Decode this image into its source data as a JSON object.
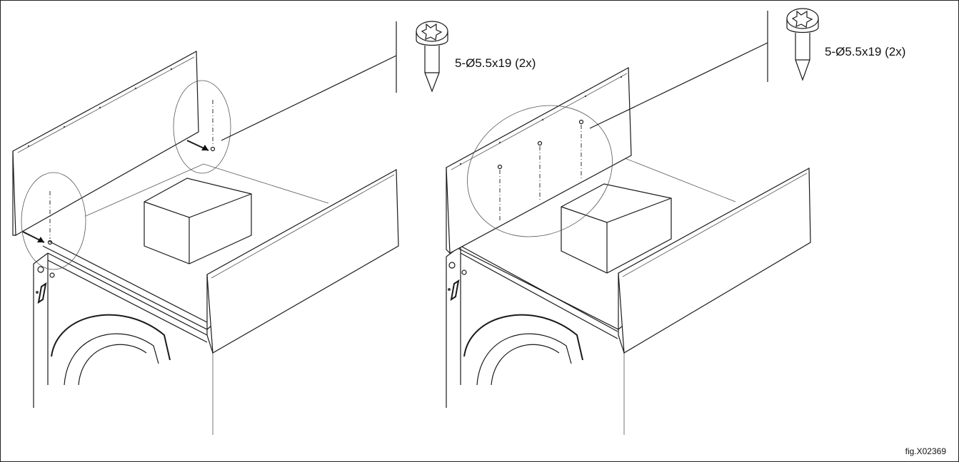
{
  "figure": {
    "left_panel": {
      "screw_label": "5-Ø5.5x19 (2x)"
    },
    "right_panel": {
      "screw_label": "5-Ø5.5x19 (2x)"
    },
    "figure_id": "fig.X02369"
  }
}
